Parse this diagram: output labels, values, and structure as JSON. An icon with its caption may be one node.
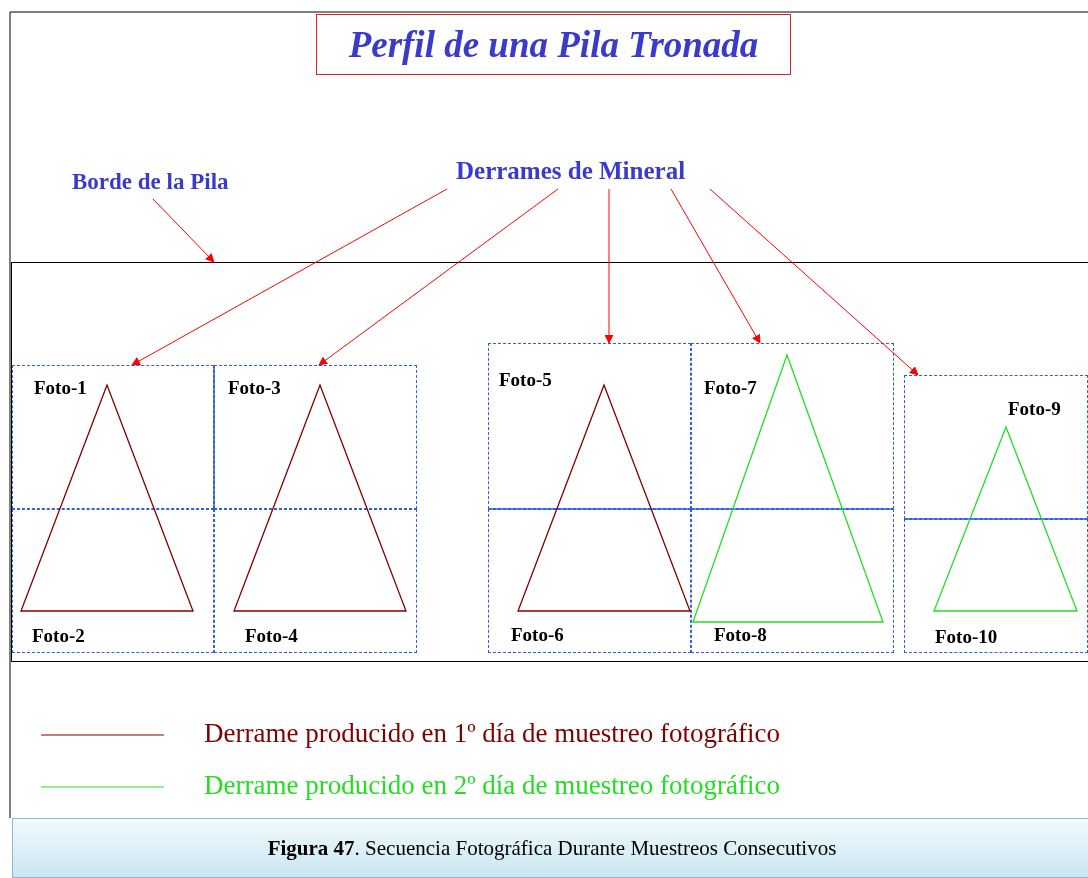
{
  "diagram": {
    "title": "Perfil de una Pila Tronada",
    "caption": "**Figura 47**. Secuencia Fotográfica Durante Muestreos Consecutivos",
    "nodes": [
      {
        "text": [
          "Derrames de Mineral"
        ]
      },
      {
        "text": [
          "Borde de la Pila"
        ]
      },
      {
        "text": [],
        "shape": "box"
      },
      {
        "text": [
          "Foto-1"
        ],
        "in": 2
      },
      {
        "text": [
          "Foto-2"
        ],
        "in": 2
      },
      {
        "text": [
          "Foto-3"
        ],
        "in": 2
      },
      {
        "text": [
          "Foto-4"
        ],
        "in": 2
      },
      {
        "text": [
          "Foto-5"
        ],
        "in": 2
      },
      {
        "text": [
          "Foto-6"
        ],
        "in": 2
      },
      {
        "text": [
          "Foto-7"
        ],
        "in": 2
      },
      {
        "text": [
          "Foto-8"
        ],
        "in": 2
      },
      {
        "text": [
          "Foto-9"
        ],
        "in": 2
      },
      {
        "text": [
          "Foto-10"
        ],
        "in": 2
      },
      {
        "text": [],
        "shape": "triangle",
        "in": 2
      },
      {
        "text": [],
        "shape": "triangle",
        "in": 2
      },
      {
        "text": [],
        "shape": "triangle",
        "in": 2
      },
      {
        "text": [],
        "shape": "triangle",
        "in": 2
      },
      {
        "text": [],
        "shape": "triangle",
        "in": 2
      }
    ],
    "edges": [
      {
        "from": 0,
        "to": 3,
        "arrow": "to"
      },
      {
        "from": 0,
        "to": 5,
        "arrow": "to"
      },
      {
        "from": 0,
        "to": 7,
        "arrow": "to"
      },
      {
        "from": 0,
        "to": 9,
        "arrow": "to"
      },
      {
        "from": 0,
        "to": 11,
        "arrow": "to"
      },
      {
        "from": 1,
        "to": 2,
        "arrow": "to"
      }
    ],
    "legend": [
      {
        "text": "Derrame producido en 1º día de muestreo fotográfico"
      },
      {
        "text": "Derrame producido en 2º día de muestreo fotográfico"
      }
    ]
  }
}
